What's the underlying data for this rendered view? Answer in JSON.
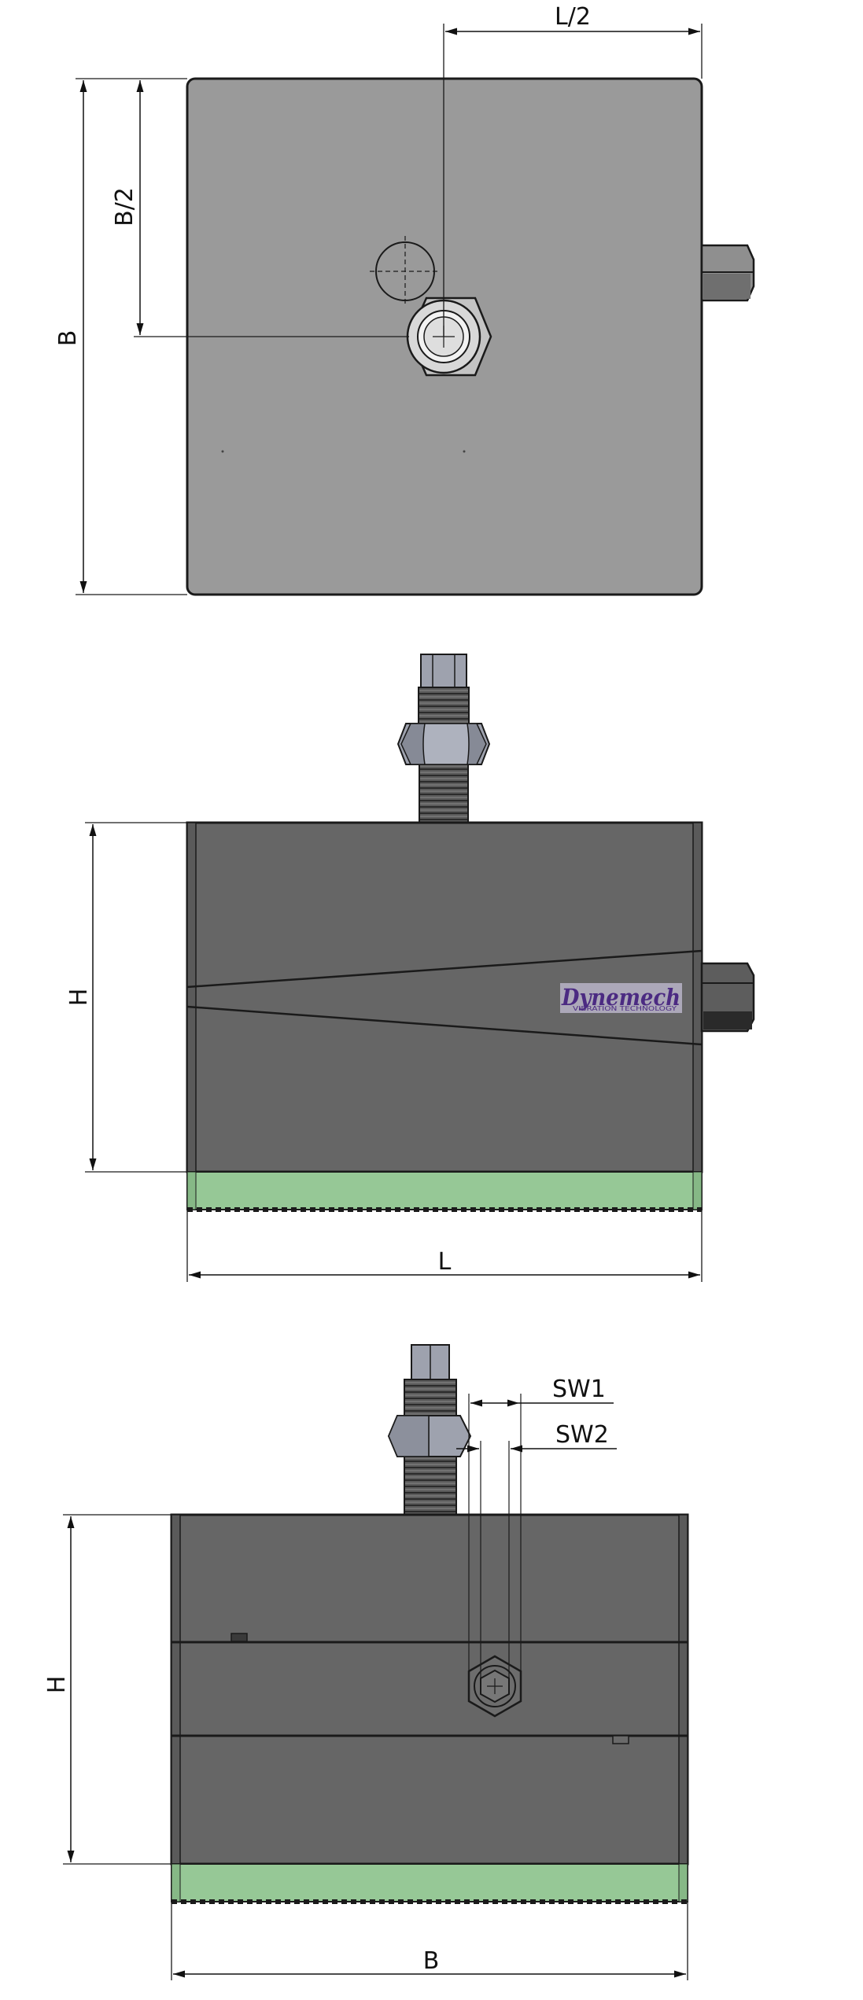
{
  "drawing": {
    "top_view": {
      "dim_half_length": "L/2",
      "dim_half_width": "B/2",
      "dim_width": "B"
    },
    "front_view": {
      "dim_height": "H",
      "dim_length": "L",
      "logo_name": "Dynemech",
      "logo_tagline": "VIBRATION TECHNOLOGY"
    },
    "side_view": {
      "dim_height": "H",
      "dim_width": "B",
      "dim_sw1": "SW1",
      "dim_sw2": "SW2"
    }
  },
  "colors": {
    "top_body": "#9a9a9a",
    "body_dark": "#666666",
    "outline": "#1a1a1a",
    "rubber_pad": "#96c896",
    "nut": "#9ea2ae",
    "thread": "#555555",
    "logo": "#4b2a82"
  }
}
